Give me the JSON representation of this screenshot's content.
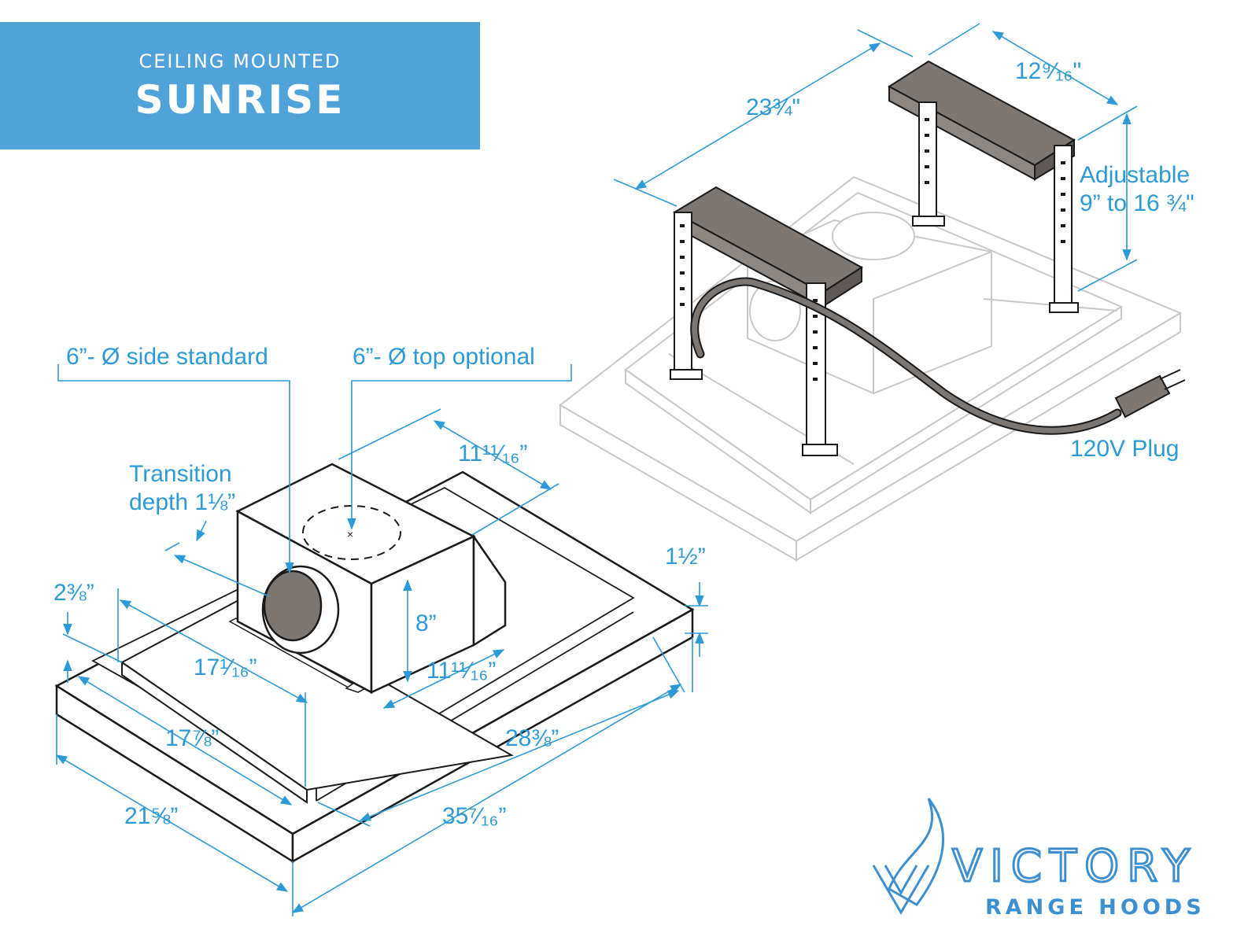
{
  "banner": {
    "subtitle": "CEILING MOUNTED",
    "title": "SUNRISE"
  },
  "dimensions": {
    "bracket_depth": "23¾\"",
    "bracket_width": "12⁹⁄₁₆\"",
    "adjustable_line1": "Adjustable",
    "adjustable_line2": "9” to 16 ¾\"",
    "plug": "120V Plug",
    "side_duct": "6”- Ø side standard",
    "top_duct": "6”- Ø top optional",
    "transition_line1": "Transition",
    "transition_line2": "depth 1⅛”",
    "blower_width": "11¹¹⁄₁₆”",
    "blower_height": "8”",
    "blower_depth": "11¹¹⁄₁₆”",
    "insert_height": "2⅜”",
    "insert_width": "17¹⁄₁₆”",
    "liner_width": "17⅞”",
    "liner_length": "28⅜”",
    "flange_height": "1½”",
    "hood_width": "21⅝”",
    "hood_length": "35⁷⁄₁₆”"
  },
  "logo": {
    "brand": "VICTORY",
    "tagline": "RANGE HOODS"
  },
  "colors": {
    "accent": "#4fa3d8",
    "dimension": "#2d9ad6",
    "line": "#1a1a1a",
    "ghost": "#c8c8c8",
    "bracket": "#7d7774"
  }
}
